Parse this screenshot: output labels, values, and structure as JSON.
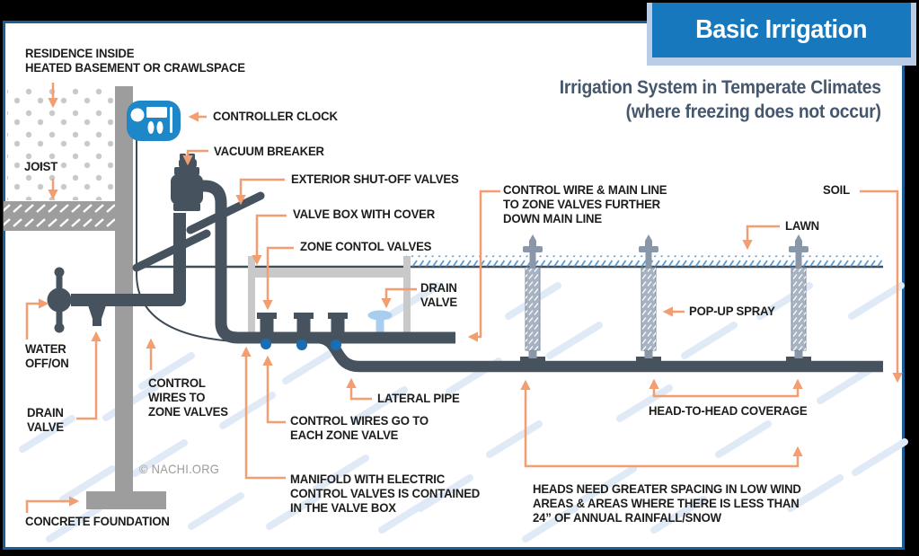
{
  "banner": {
    "title": "Basic Irrigation"
  },
  "subtitle": "Irrigation System in Temperate Climates\n(where freezing does not occur)",
  "copyright": "© NACHI.ORG",
  "labels": {
    "residence": "RESIDENCE INSIDE\nHEATED BASEMENT OR CRAWLSPACE",
    "joist": "JOIST",
    "controller_clock": "CONTROLLER CLOCK",
    "vacuum_breaker": "VACUUM BREAKER",
    "exterior_shutoff_valves": "EXTERIOR SHUT-OFF VALVES",
    "valve_box_with_cover": "VALVE BOX WITH COVER",
    "zone_control_valves": "ZONE CONTOL VALVES",
    "drain_valve_box": "DRAIN\nVALVE",
    "control_wire_main_line": "CONTROL WIRE & MAIN LINE\nTO ZONE VALVES FURTHER\nDOWN MAIN LINE",
    "soil": "SOIL",
    "lawn": "LAWN",
    "pop_up_spray": "POP-UP SPRAY",
    "water_off_on": "WATER\nOFF/ON",
    "control_wires_to_zone_valves": "CONTROL\nWIRES TO\nZONE VALVES",
    "drain_valve_left": "DRAIN\nVALVE",
    "lateral_pipe": "LATERAL PIPE",
    "control_wires_each_zone": "CONTROL WIRES GO TO\nEACH ZONE VALVE",
    "head_to_head": "HEAD-TO-HEAD COVERAGE",
    "manifold": "MANIFOLD WITH ELECTRIC\nCONTROL VALVES IS CONTAINED\nIN THE VALVE BOX",
    "heads_spacing": "HEADS NEED GREATER SPACING IN LOW WIND\nAREAS & AREAS WHERE THERE IS LESS THAN\n24” OF ANNUAL RAINFALL/SNOW",
    "concrete_foundation": "CONCRETE FOUNDATION"
  },
  "colors": {
    "banner_blue": "#1778be",
    "banner_shadow": "#b9cde6",
    "subtitle_blue": "#44576e",
    "pipe_dark": "#46535f",
    "arrow_orange": "#f29e70",
    "controller_blue": "#1d87c8",
    "wire_dot_blue": "#1a6db3",
    "drain_valve_light_blue": "#a9cdee",
    "lawn_hatch_blue": "#5d9bd3",
    "soil_streak": "#e0eaf6",
    "foundation_gray": "#9d9d9d",
    "valve_box_gray": "#c9c9c9"
  }
}
